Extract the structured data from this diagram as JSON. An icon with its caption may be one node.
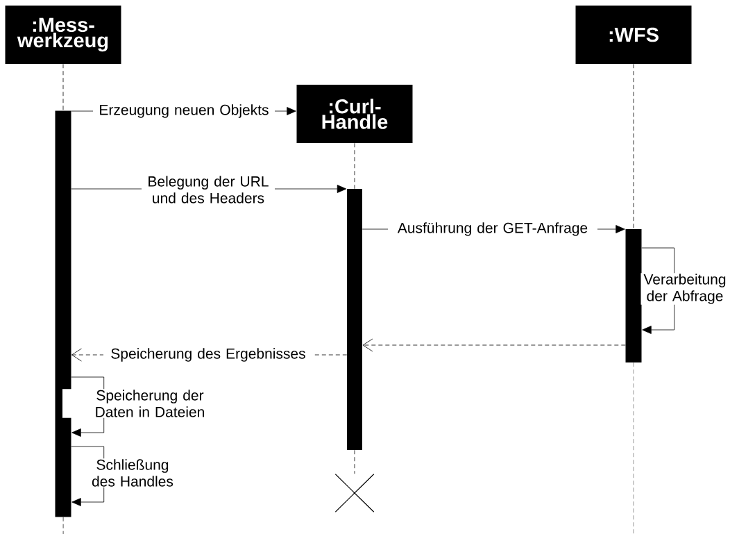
{
  "diagram": {
    "nodes": [
      {
        "text": [
          ":Mess- werkzeug"
        ]
      },
      {
        "text": [
          ":Curl- Handle"
        ]
      },
      {
        "text": [
          ":WFS"
        ]
      },
      {
        "text": [],
        "shape": "bar"
      },
      {
        "text": [],
        "shape": "bar"
      },
      {
        "text": [],
        "shape": "bar"
      },
      {
        "text": [],
        "shape": "cross"
      }
    ],
    "edges": [
      {
        "from": 3,
        "to": 1,
        "arrow": "to",
        "label": "Erzeugung neuen Objekts"
      },
      {
        "from": 3,
        "to": 4,
        "arrow": "to",
        "label": "Belegung der URL und des Headers"
      },
      {
        "from": 4,
        "to": 5,
        "arrow": "to",
        "label": "Ausführung der GET-Anfrage"
      },
      {
        "from": 5,
        "to": 5,
        "arrow": "to",
        "label": "Verarbeitung der Abfrage"
      },
      {
        "from": 5,
        "to": 4,
        "arrow": "to",
        "style": "dashed"
      },
      {
        "from": 4,
        "to": 3,
        "arrow": "to",
        "style": "dashed",
        "label": "Speicherung des Ergebnisses"
      },
      {
        "from": 3,
        "to": 3,
        "arrow": "to",
        "label": "Speicherung der Daten in Dateien"
      },
      {
        "from": 3,
        "to": 3,
        "arrow": "to",
        "label": "Schließung des Handles"
      },
      {
        "from": 0,
        "to": 3,
        "arrow": "none",
        "style": "dashed"
      },
      {
        "from": 3,
        "to": null,
        "arrow": "none",
        "style": "dashed"
      },
      {
        "from": 1,
        "to": 4,
        "arrow": "none",
        "style": "dashed"
      },
      {
        "from": 4,
        "to": 6,
        "arrow": "none",
        "style": "dashed"
      },
      {
        "from": 2,
        "to": 5,
        "arrow": "none",
        "style": "dashed"
      },
      {
        "from": 5,
        "to": null,
        "arrow": "none",
        "style": "dashed"
      }
    ]
  }
}
